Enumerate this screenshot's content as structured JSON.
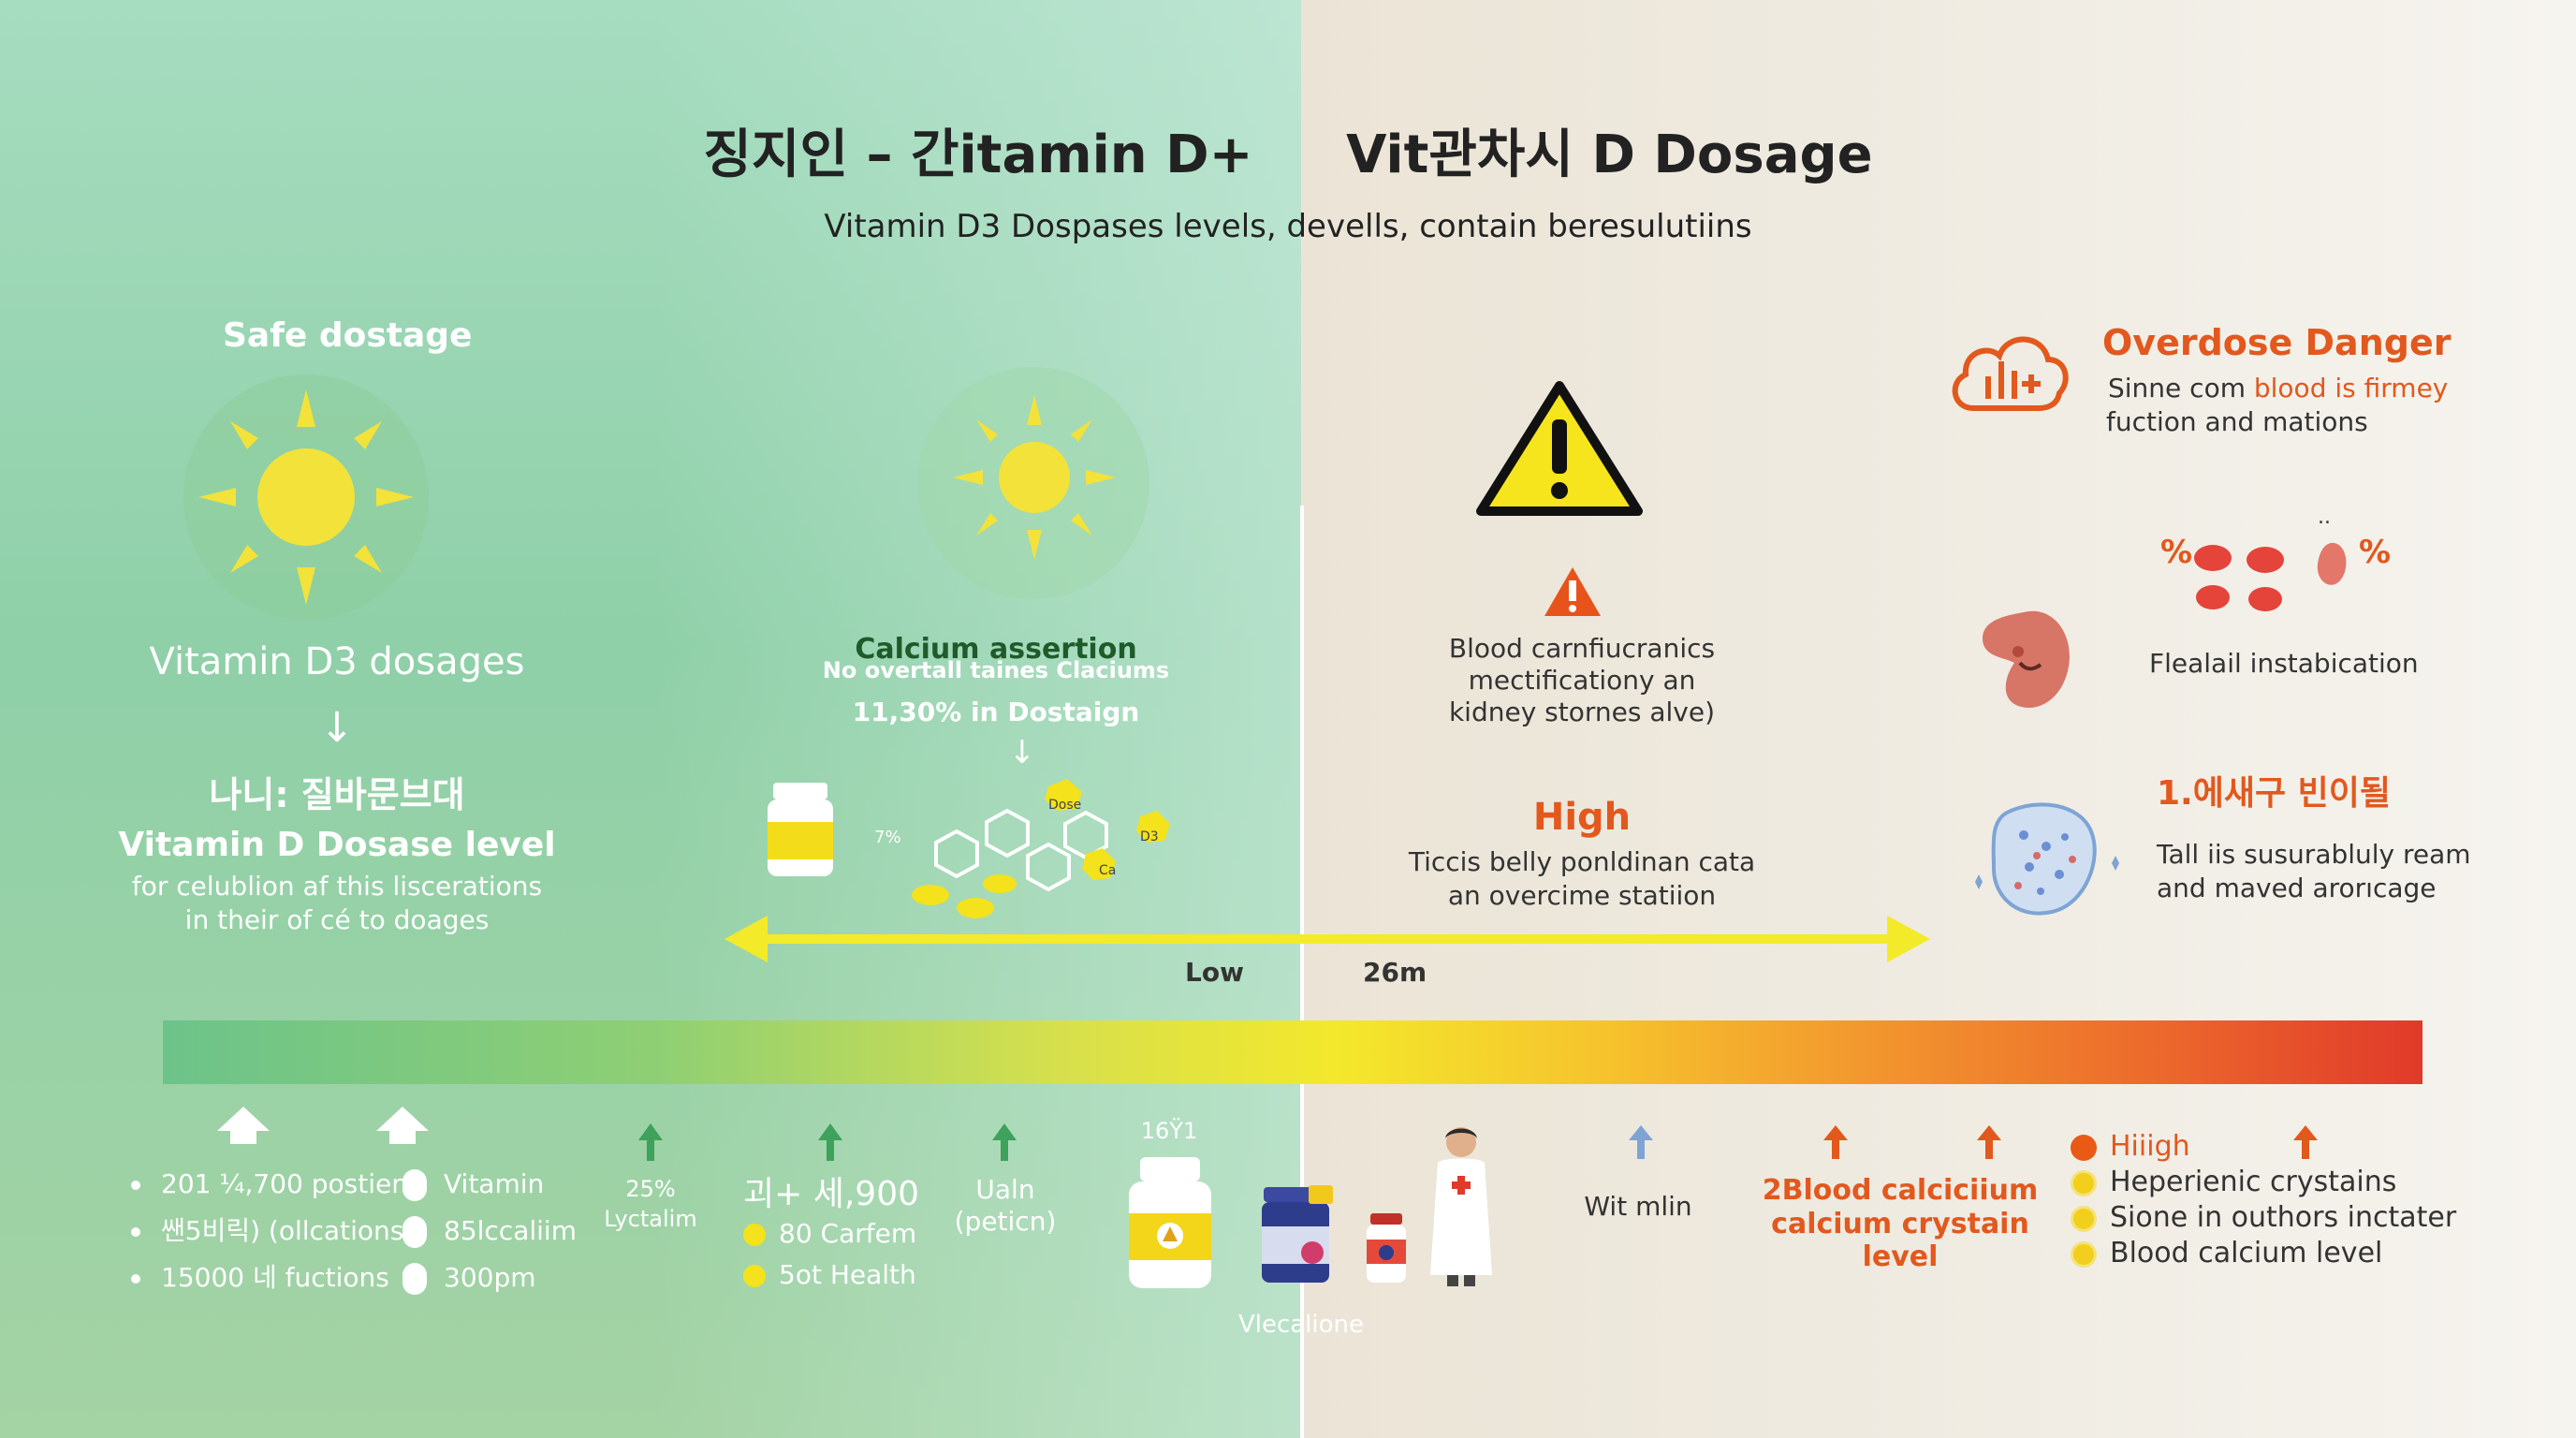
{
  "header": {
    "title_left": "징지인 – 간itamin D+",
    "title_right": "Vit관차시 D Dosage",
    "subtitle": "Vitamin D3 Dospases levels, devells, contain beresulutiins"
  },
  "left_section": {
    "safe_label": "Safe dostage",
    "dosages_label": "Vitamin D3 dosages",
    "korean_label": "나니: 질바문브대",
    "level_title": "Vitamin D Dosase level",
    "level_desc_1": "for celublion af this liscerations",
    "level_desc_2": "in their of cé to doages"
  },
  "middle_section": {
    "calcium_title": "Calcium assertion",
    "calcium_sub": "No overtall taines Claciums",
    "percent": "11,30% in Dostaign",
    "small_percent": "7%",
    "capsule_labels": [
      "Dose",
      "D3",
      "Ca"
    ]
  },
  "warning_section": {
    "desc_1": "Blood carnfiucranics",
    "desc_2": "mectificationy an",
    "desc_3": "kidney stornes alve)",
    "high_label": "High",
    "high_desc_1": "Ticcis belly ponldinan cata",
    "high_desc_2": "an overcime statiion"
  },
  "scale": {
    "low_label": "Low",
    "mid_label": "26m"
  },
  "right_section": {
    "danger_title": "Overdose Danger",
    "danger_desc_1_a": "Sinne com ",
    "danger_desc_1_b": "blood is firmey",
    "danger_desc_2": "fuction and mations",
    "percent_left": "%",
    "percent_right": "%",
    "dots_label": "..",
    "kidney_label": "Flealail instabication",
    "heading_2": "1.에새구 빈이될",
    "blob_desc_1": "Tall iis susurabluly ream",
    "blob_desc_2": "and maved arorıcage"
  },
  "bottom": {
    "left_list": [
      "201 ¼,700 postiem",
      "쌘5비릭) (ollcations",
      "15000 네 fuctions"
    ],
    "pill_list": [
      "Vitamin",
      "85lccaliim",
      "300pm"
    ],
    "col_25_a": "25%",
    "col_25_b": "Lyctalim",
    "col_900": "괴+ 세,900",
    "yellow_list": [
      "80 Carfem",
      "5ot Health"
    ],
    "ualn_a": "Ualn",
    "ualn_b": "(peticn)",
    "bottle_number": "16Ÿ1",
    "bottle_caption": "Vlecalione",
    "wit_label": "Wit mlin",
    "blood_calc_1": "2Blood calciciium",
    "blood_calc_2": "calcium crystain level",
    "right_list_head": "Hiiigh",
    "right_list": [
      "Heperienic crystains",
      "Sione in outhors inctater",
      "Blood calcium level"
    ]
  },
  "colors": {
    "accent_orange": "#e2581d",
    "scale_yellow": "#f3ea2a",
    "safe_green": "#6cc38a",
    "danger_red": "#e03a2a"
  }
}
